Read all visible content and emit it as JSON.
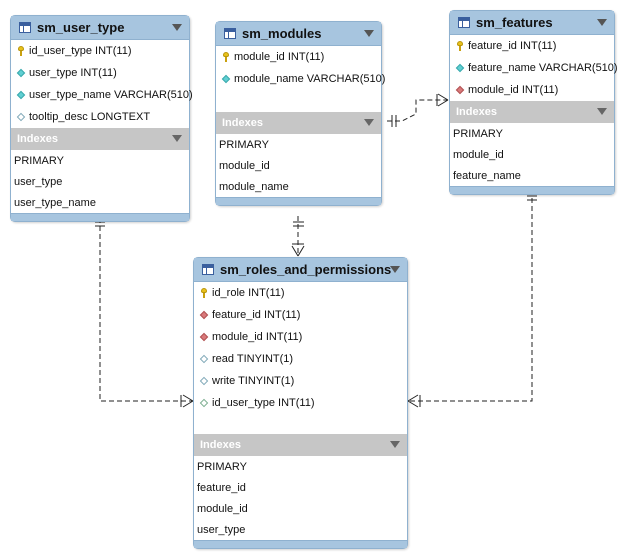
{
  "diagram": {
    "entities": [
      {
        "id": "sm_user_type",
        "title": "sm_user_type",
        "columns": [
          {
            "icon": "primary-key-icon",
            "text": "id_user_type INT(11)"
          },
          {
            "icon": "column-icon",
            "text": "user_type INT(11)"
          },
          {
            "icon": "column-icon",
            "text": "user_type_name VARCHAR(510)"
          },
          {
            "icon": "nullable-column-icon",
            "text": "tooltip_desc LONGTEXT"
          }
        ],
        "indexes_label": "Indexes",
        "indexes": [
          "PRIMARY",
          "user_type",
          "user_type_name"
        ]
      },
      {
        "id": "sm_modules",
        "title": "sm_modules",
        "columns": [
          {
            "icon": "primary-key-icon",
            "text": "module_id INT(11)"
          },
          {
            "icon": "column-icon",
            "text": "module_name VARCHAR(510)"
          }
        ],
        "indexes_label": "Indexes",
        "indexes": [
          "PRIMARY",
          "module_id",
          "module_name"
        ]
      },
      {
        "id": "sm_features",
        "title": "sm_features",
        "columns": [
          {
            "icon": "primary-key-icon",
            "text": "feature_id INT(11)"
          },
          {
            "icon": "column-icon",
            "text": "feature_name VARCHAR(510)"
          },
          {
            "icon": "foreign-key-icon",
            "text": "module_id INT(11)"
          }
        ],
        "indexes_label": "Indexes",
        "indexes": [
          "PRIMARY",
          "module_id",
          "feature_name"
        ]
      },
      {
        "id": "sm_roles_and_permissions",
        "title": "sm_roles_and_permissions",
        "columns": [
          {
            "icon": "primary-key-icon",
            "text": "id_role INT(11)"
          },
          {
            "icon": "foreign-key-icon",
            "text": "feature_id INT(11)"
          },
          {
            "icon": "foreign-key-icon",
            "text": "module_id INT(11)"
          },
          {
            "icon": "nullable-column-icon",
            "text": "read TINYINT(1)"
          },
          {
            "icon": "nullable-column-icon",
            "text": "write TINYINT(1)"
          },
          {
            "icon": "nullable-foreign-key-icon",
            "text": "id_user_type INT(11)"
          }
        ],
        "indexes_label": "Indexes",
        "indexes": [
          "PRIMARY",
          "feature_id",
          "module_id",
          "user_type"
        ]
      }
    ],
    "relationships": [
      {
        "from": "sm_modules",
        "to": "sm_features",
        "from_end": "one-and-only-one",
        "to_end": "one-or-many"
      },
      {
        "from": "sm_modules",
        "to": "sm_roles_and_permissions",
        "from_end": "one-and-only-one",
        "to_end": "one-or-many"
      },
      {
        "from": "sm_user_type",
        "to": "sm_roles_and_permissions",
        "from_end": "one-and-only-one",
        "to_end": "one-or-many"
      },
      {
        "from": "sm_features",
        "to": "sm_roles_and_permissions",
        "from_end": "one-and-only-one",
        "to_end": "one-or-many"
      }
    ]
  }
}
